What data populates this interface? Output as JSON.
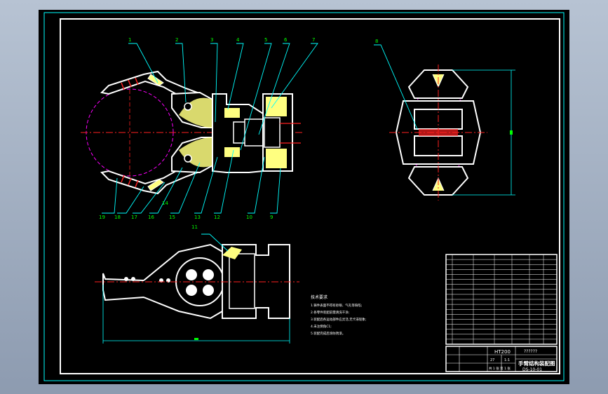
{
  "balloons": {
    "b1": "1",
    "b2": "2",
    "b3": "3",
    "b4": "4",
    "b5": "5",
    "b6": "6",
    "b7": "7",
    "b8": "8",
    "b9": "9",
    "b10": "10",
    "b11": "11",
    "b12": "12",
    "b13": "13",
    "b14": "14",
    "b15": "15",
    "b16": "16",
    "b17": "17",
    "b18": "18",
    "b19": "19"
  },
  "tech_requirements": {
    "title": "技术要求",
    "lines": [
      "1.铸件表面不得有砂眼、气孔等缺陷;",
      "2.各零件装配前需清洗干净;",
      "3.装配后各运动部件应灵活,无卡滞现象;",
      "4.未注倒角C1;",
      "5.装配完成后涂防锈漆。"
    ]
  },
  "title_block": {
    "drawing_name": "手臂结构装配图",
    "material": "HT200",
    "code": "DS-10-01",
    "scale_value": "1:1",
    "qty": "27",
    "unknown_mark": "??????",
    "sheet_info": "共 1 张 第 1 张"
  },
  "colors": {
    "sheet": "#000000",
    "outline": "#ffffff",
    "frame": "#00ffff",
    "leader": "#00ffff",
    "center": "#ff2020",
    "circle": "#ff00ff",
    "dimension": "#00ffff",
    "part": "#ffff80",
    "balloon_text": "#00ff00"
  }
}
